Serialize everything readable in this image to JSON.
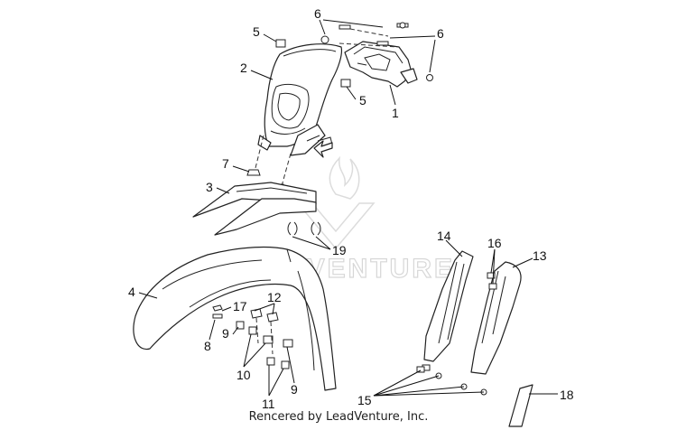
{
  "watermark": {
    "text": "LEADVENTURE",
    "icon": "flame-v-logo-icon"
  },
  "footer": {
    "text": "Rencered by LeadVenture, Inc."
  },
  "callouts": {
    "c1": "1",
    "c2": "2",
    "c3": "3",
    "c4": "4",
    "c5a": "5",
    "c5b": "5",
    "c6a": "6",
    "c6b": "6",
    "c7": "7",
    "c8": "8",
    "c9a": "9",
    "c9b": "9",
    "c10": "10",
    "c11": "11",
    "c12": "12",
    "c13": "13",
    "c14": "14",
    "c15": "15",
    "c16": "16",
    "c17": "17",
    "c18": "18",
    "c19": "19"
  }
}
